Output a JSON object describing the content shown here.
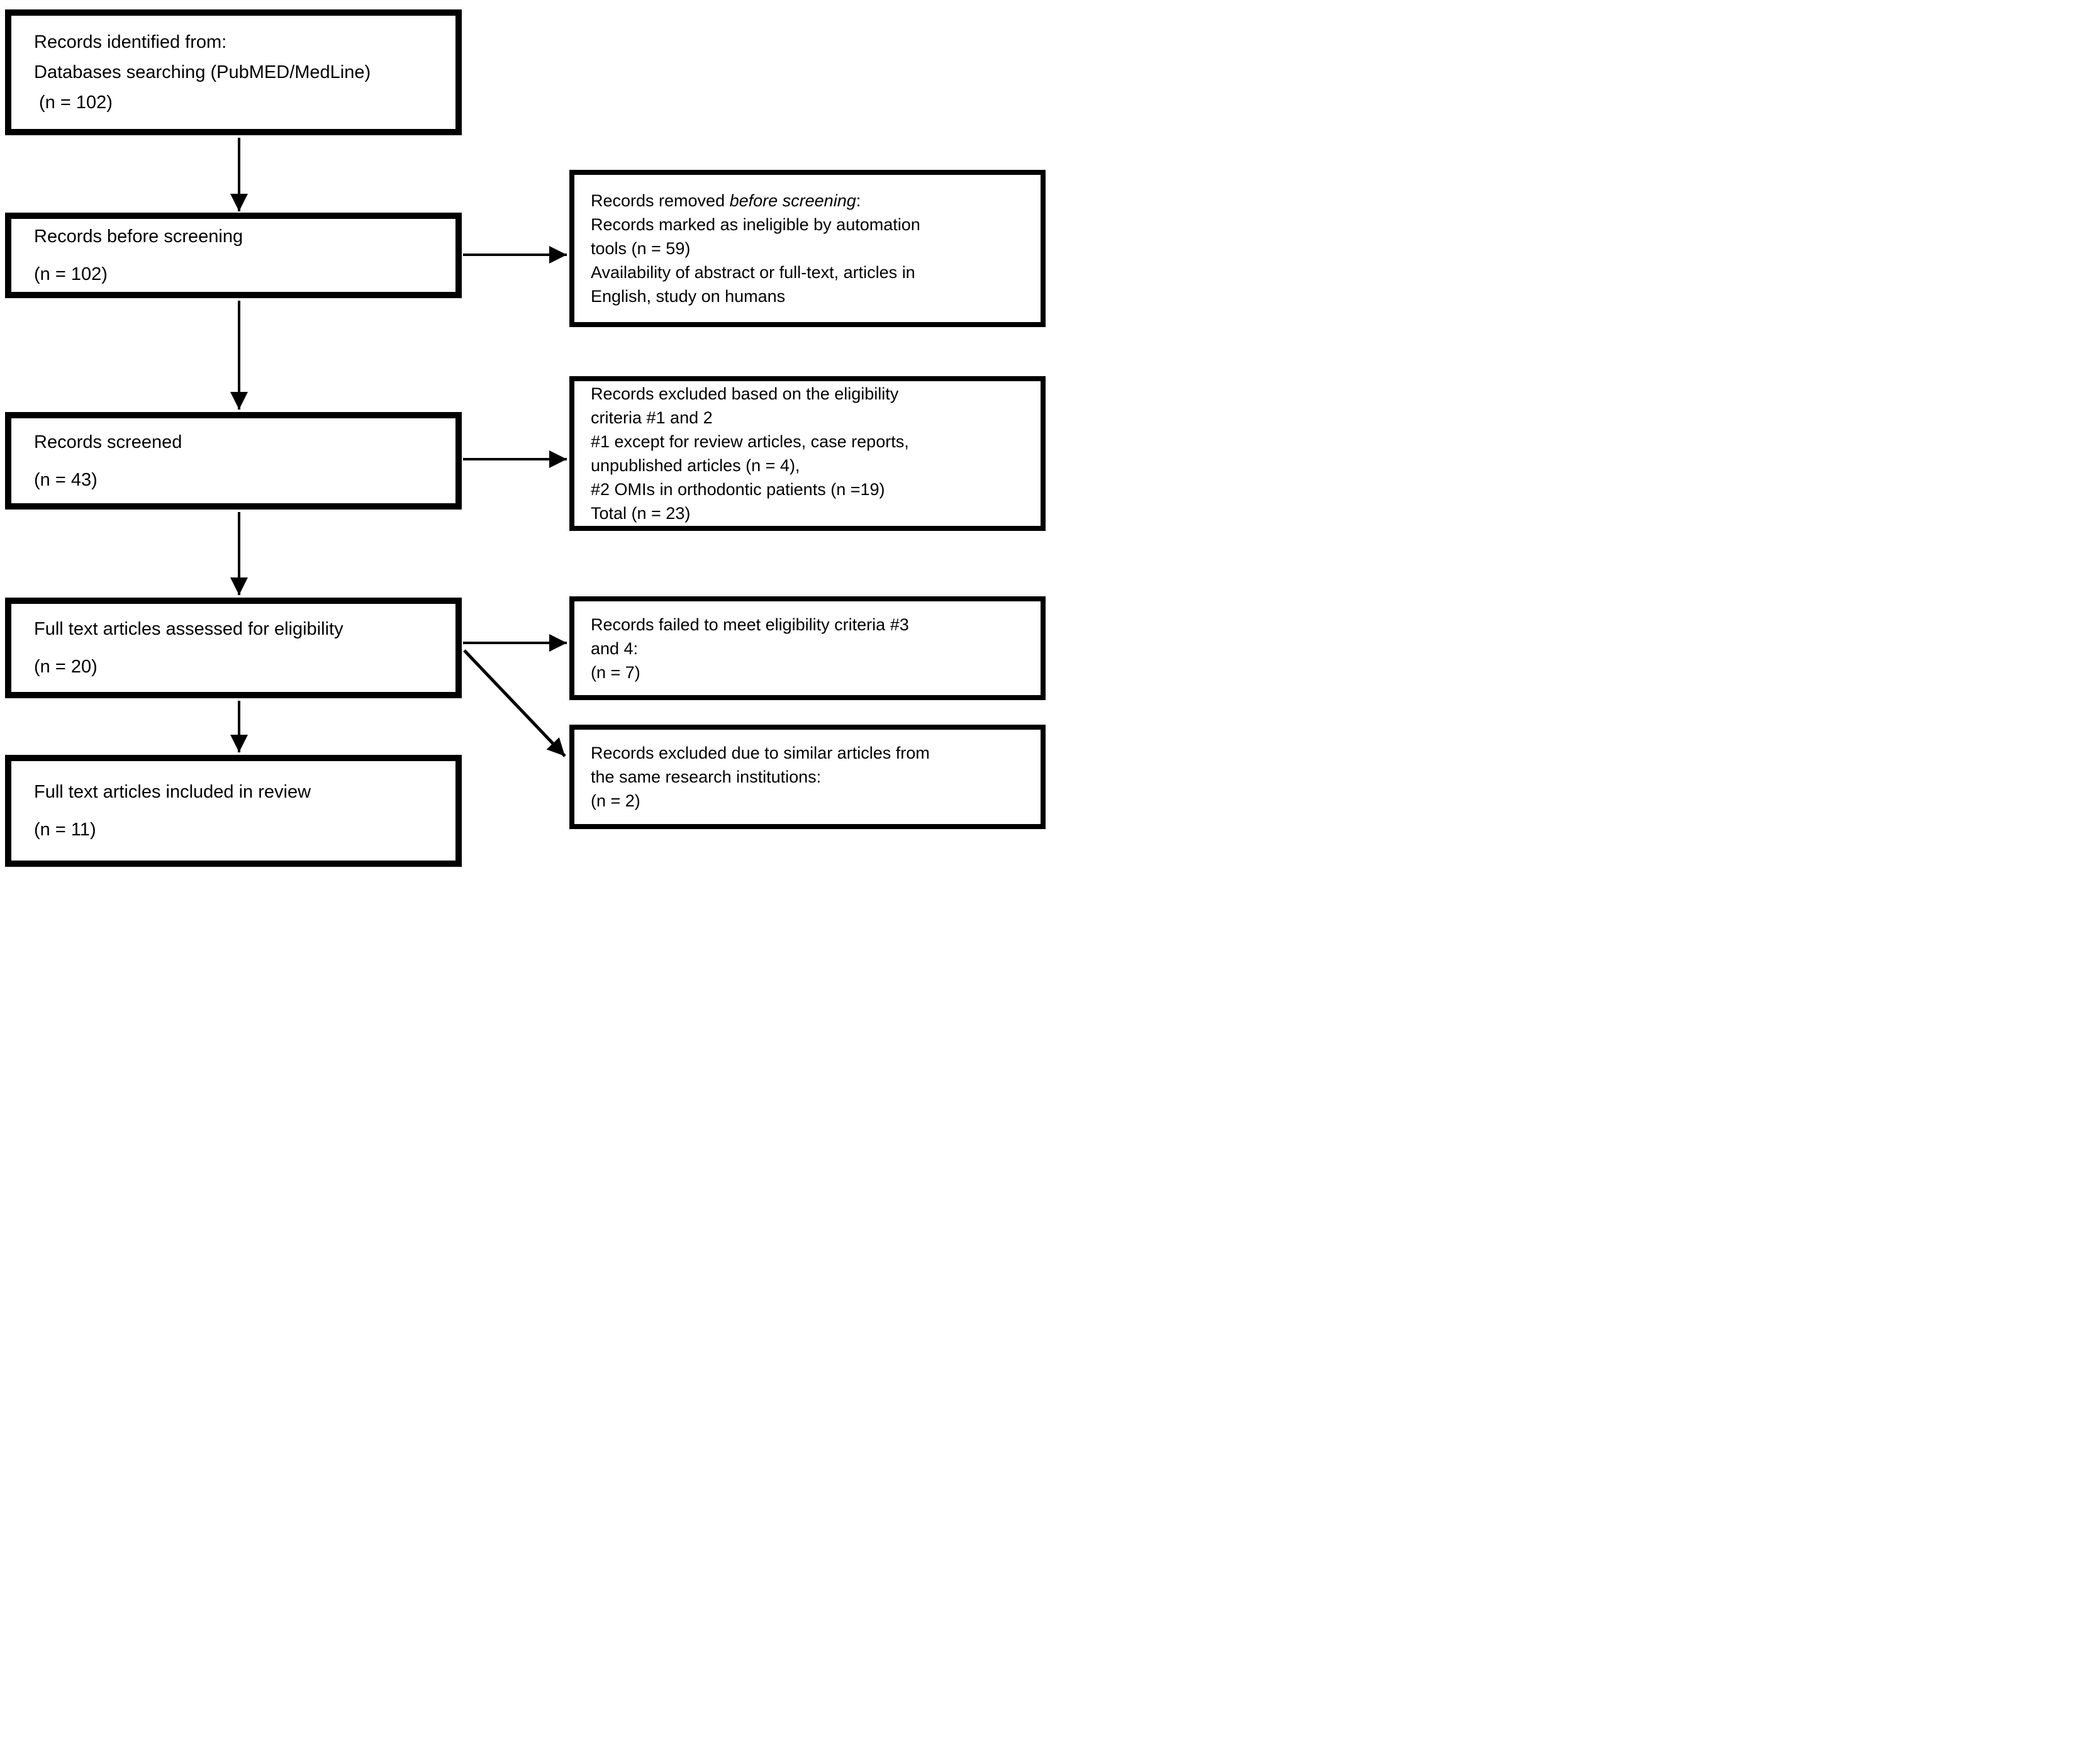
{
  "colors": {
    "ink": "#000000",
    "background": "#ffffff"
  },
  "flow": {
    "left_boxes": [
      {
        "id": "records-identified",
        "text": "Records identified from:\nDatabases searching (PubMED/MedLine)\n (n = 102)"
      },
      {
        "id": "records-before-screening",
        "label": "Records before screening",
        "count": "(n = 102)"
      },
      {
        "id": "records-screened",
        "label": "Records screened",
        "count": "(n = 43)"
      },
      {
        "id": "full-text-assessed",
        "label": "Full text articles assessed for eligibility",
        "count": "(n = 20)"
      },
      {
        "id": "full-text-included",
        "label": "Full text articles included in review",
        "count": "(n = 11)"
      }
    ],
    "right_boxes": [
      {
        "id": "removed-before-screening",
        "prefix": "Records removed ",
        "italic": "before screening",
        "rest": ":\nRecords marked as ineligible by automation\ntools (n = 59)\nAvailability of abstract or full-text, articles in\nEnglish, study on humans"
      },
      {
        "id": "excluded-eligibility-1-2",
        "text": "Records excluded based on the eligibility\ncriteria #1 and 2\n#1 except for review articles, case reports,\nunpublished articles (n = 4),\n#2 OMIs in orthodontic patients (n =19)\nTotal (n = 23)"
      },
      {
        "id": "failed-eligibility-3-4",
        "text": "Records failed to meet eligibility criteria #3\nand 4:\n(n = 7)"
      },
      {
        "id": "excluded-similar-articles",
        "text": "Records excluded due to similar articles from\nthe same research institutions:\n(n = 2)"
      }
    ]
  }
}
